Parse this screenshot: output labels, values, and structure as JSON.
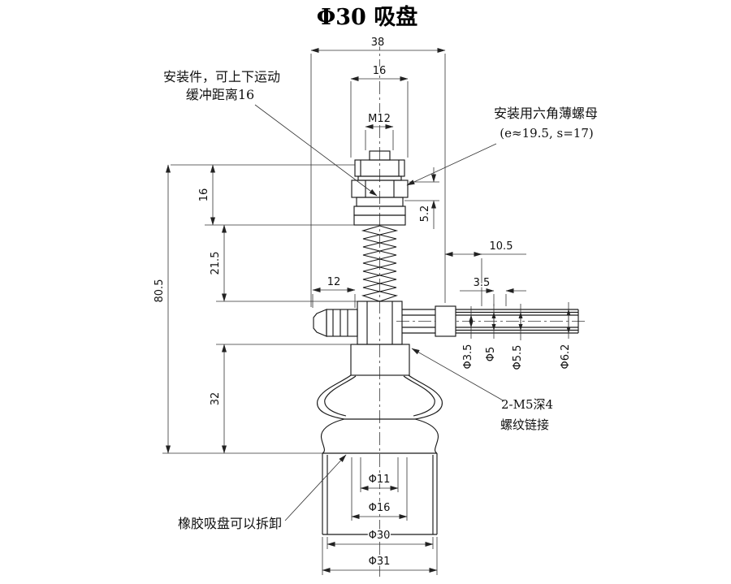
{
  "title": "Φ30 吸盘",
  "annotations": {
    "mount_note": {
      "line1": "安装件，可上下运动",
      "line2": "缓冲距离16"
    },
    "nut_note": {
      "line1": "安装用六角薄螺母",
      "line2": "(e≈19.5, s=17)"
    },
    "thread_note": {
      "line1": "2-M5深4",
      "line2": "螺纹链接"
    },
    "rubber_note": "橡胶吸盘可以拆卸"
  },
  "dimensions": {
    "overall_width": "38",
    "top_width": "16",
    "thread_spec": "M12",
    "buffer_height": "16",
    "spring_section_height": "21.5",
    "total_height": "80.5",
    "cup_section_height": "32",
    "nut_thickness": "5.2",
    "right_fitting_length": "10.5",
    "barb_spacing": "3.5",
    "left_fitting_length": "12",
    "tube_bore_dia": "Φ3.5",
    "tube_dia_a": "Φ5",
    "tube_dia_b": "Φ5.5",
    "tube_dia_c": "Φ6.2",
    "cup_inner_dia": "Φ11",
    "cup_neck_dia": "Φ16",
    "cup_lip_dia": "Φ30",
    "cup_outer_dia": "Φ31"
  },
  "colors": {
    "line": "#1a1a1a",
    "background": "#ffffff"
  }
}
